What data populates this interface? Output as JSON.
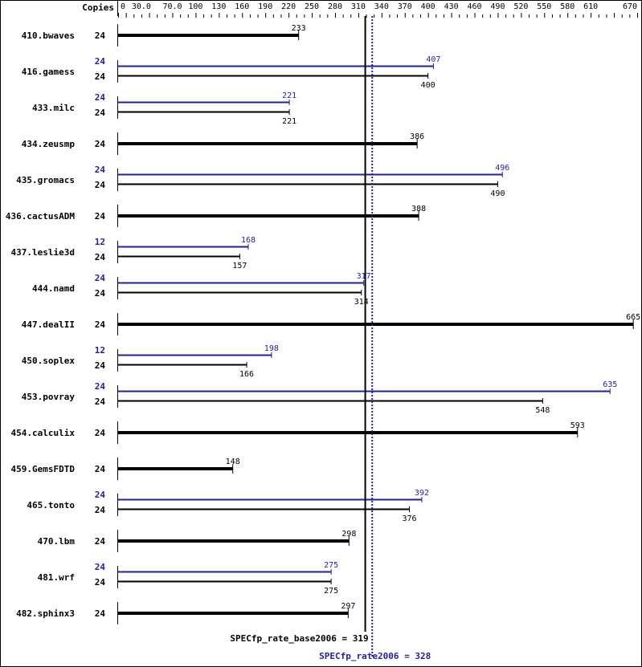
{
  "header": {
    "copies_label": "Copies"
  },
  "colors": {
    "base": "#000000",
    "peak": "#1f1f9f"
  },
  "axis": {
    "ticks": [
      "0",
      "30.0",
      "70.0",
      "100",
      "130",
      "160",
      "190",
      "220",
      "250",
      "280",
      "310",
      "340",
      "370",
      "400",
      "430",
      "460",
      "490",
      "520",
      "550",
      "580",
      "610",
      "670"
    ],
    "tick_values": [
      0,
      30,
      70,
      100,
      130,
      160,
      190,
      220,
      250,
      280,
      310,
      340,
      370,
      400,
      430,
      460,
      490,
      520,
      550,
      580,
      610,
      670
    ],
    "min": 0,
    "max": 670
  },
  "summary": {
    "base_label": "SPECfp_rate_base2006 = 319",
    "base_value": 319,
    "peak_label": "SPECfp_rate2006 = 328",
    "peak_value": 328
  },
  "chart_data": {
    "type": "bar",
    "orientation": "horizontal",
    "title": "",
    "xlabel": "",
    "ylabel": "",
    "xlim": [
      0,
      670
    ],
    "categories": [
      "410.bwaves",
      "416.gamess",
      "433.milc",
      "434.zeusmp",
      "435.gromacs",
      "436.cactusADM",
      "437.leslie3d",
      "444.namd",
      "447.dealII",
      "450.soplex",
      "453.povray",
      "454.calculix",
      "459.GemsFDTD",
      "465.tonto",
      "470.lbm",
      "481.wrf",
      "482.sphinx3"
    ],
    "series": [
      {
        "name": "SPECfp_rate_base2006 (base)",
        "color": "#000000",
        "copies": [
          24,
          24,
          24,
          24,
          24,
          24,
          24,
          24,
          24,
          24,
          24,
          24,
          24,
          24,
          24,
          24,
          24
        ],
        "values": [
          233,
          400,
          221,
          386,
          490,
          388,
          157,
          314,
          665,
          166,
          548,
          593,
          148,
          376,
          298,
          275,
          297
        ]
      },
      {
        "name": "SPECfp_rate2006 (peak)",
        "color": "#1f1f9f",
        "copies": [
          null,
          24,
          24,
          null,
          24,
          null,
          12,
          24,
          null,
          12,
          24,
          null,
          null,
          24,
          null,
          24,
          null
        ],
        "values": [
          null,
          407,
          221,
          null,
          496,
          null,
          168,
          317,
          null,
          198,
          635,
          null,
          null,
          392,
          null,
          275,
          null
        ]
      }
    ],
    "reference_lines": [
      {
        "name": "SPECfp_rate_base2006",
        "value": 319,
        "style": "solid",
        "color": "#000000"
      },
      {
        "name": "SPECfp_rate2006",
        "value": 328,
        "style": "dotted",
        "color": "#1f1f9f"
      }
    ]
  }
}
